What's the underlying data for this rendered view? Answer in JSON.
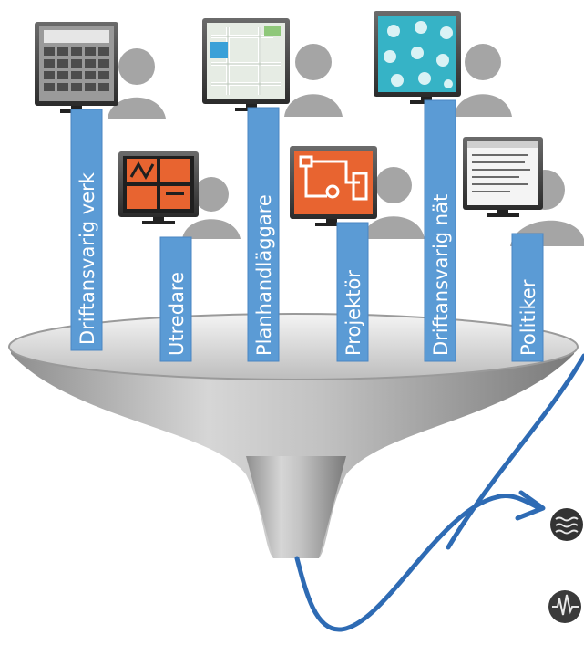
{
  "diagram": {
    "roles": [
      {
        "id": "driftansvarig-verk",
        "label": "Driftansvarig verk",
        "screen": "calculator",
        "bar_color": "#5b9bd5"
      },
      {
        "id": "utredare",
        "label": "Utredare",
        "screen": "orange-tiles",
        "bar_color": "#5b9bd5"
      },
      {
        "id": "planhandlaggare",
        "label": "Planhandläggare",
        "screen": "map",
        "bar_color": "#5b9bd5"
      },
      {
        "id": "projektor",
        "label": "Projektör",
        "screen": "schematic",
        "bar_color": "#5b9bd5"
      },
      {
        "id": "driftansvarig-nat",
        "label": "Driftansvarig nät",
        "screen": "teal-gears",
        "bar_color": "#5b9bd5"
      },
      {
        "id": "politiker",
        "label": "Politiker",
        "screen": "document",
        "bar_color": "#5b9bd5"
      }
    ],
    "funnel_color": "#a9a9a9",
    "flow_line_color": "#2e6bb4",
    "side_icons": [
      "waves-icon",
      "waveform-icon"
    ]
  }
}
